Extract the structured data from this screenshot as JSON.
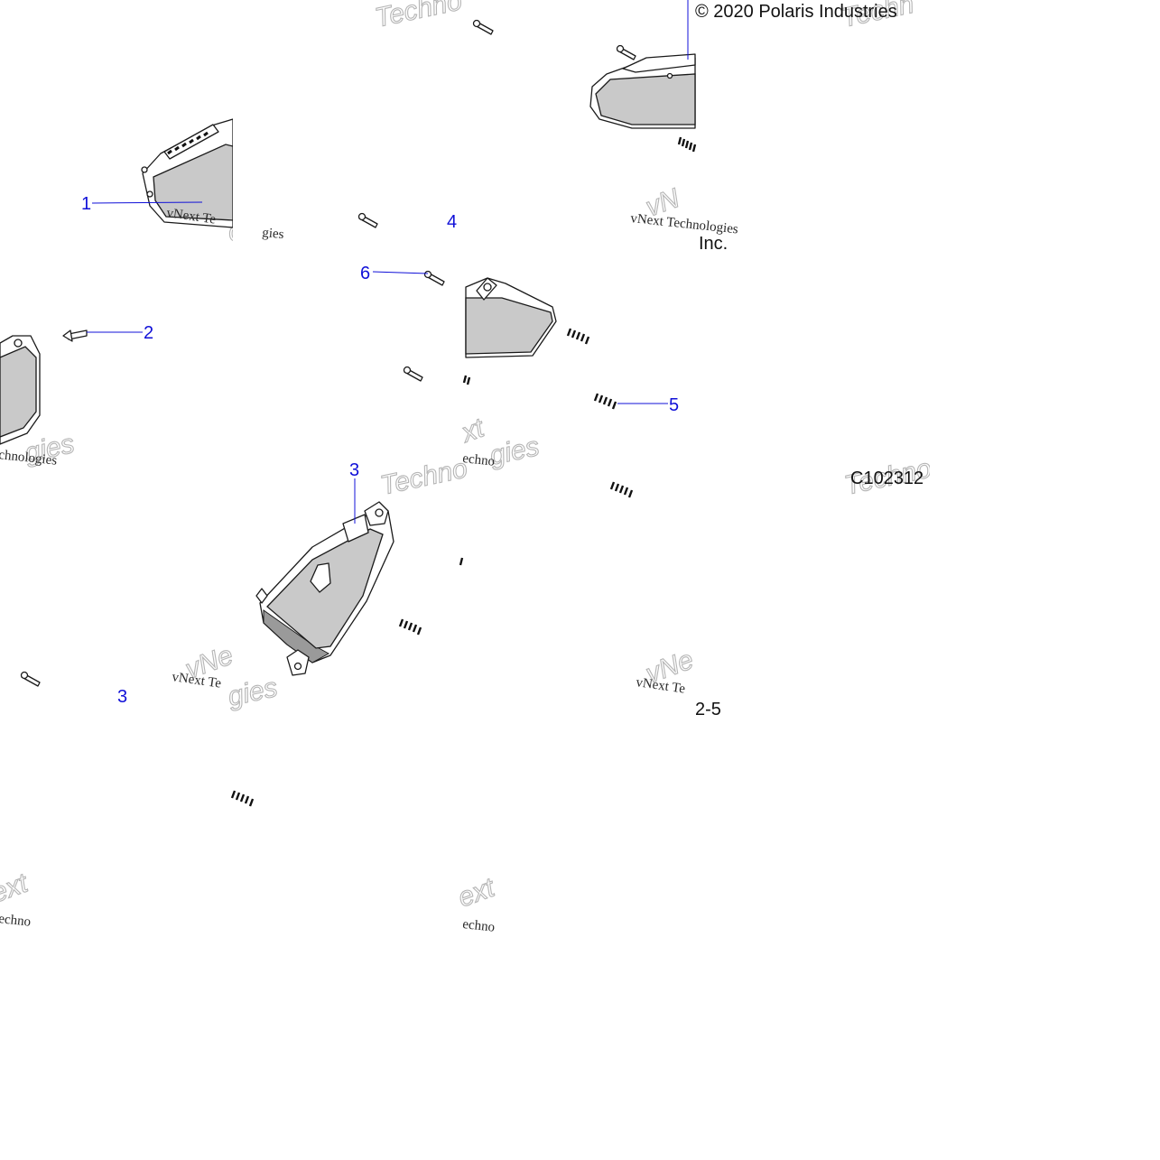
{
  "diagram": {
    "copyright": "© 2020 Polaris Industries",
    "copyright_tail": "Inc.",
    "figure_code": "C102312",
    "page_fragment": "2-5",
    "callouts": [
      "1",
      "2",
      "3",
      "4",
      "5",
      "6",
      "3"
    ],
    "watermark": {
      "brand_big": "Technologies",
      "brand_small": "vNext Technologies",
      "fragments": [
        "Techno",
        "vNe",
        "ext",
        "chnologies",
        "Techn",
        "Techno",
        "echno",
        "ogies",
        "gies",
        "vNext Te",
        "ext",
        "vN",
        "xt"
      ]
    },
    "icons": {
      "headlight": "headlight-assembly-icon",
      "screw": "screw-icon",
      "spring": "spring-icon"
    },
    "colors": {
      "callout_blue": "#1010d8",
      "line": "#1a1a1a",
      "lens_gray": "#c9c9c9",
      "watermark_gray": "#b5b5b5"
    }
  }
}
